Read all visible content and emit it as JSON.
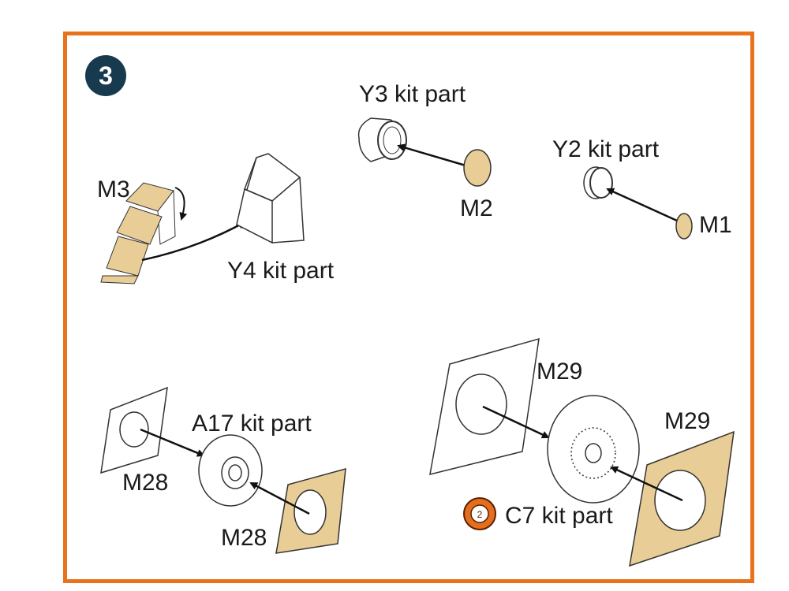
{
  "step": {
    "number": "3"
  },
  "labels": {
    "m3": "M3",
    "y4": "Y4 kit part",
    "y3": "Y3 kit part",
    "m2": "M2",
    "y2": "Y2 kit part",
    "m1": "M1",
    "a17": "A17 kit part",
    "m28_a": "M28",
    "m28_b": "M28",
    "m29_a": "M29",
    "m29_b": "M29",
    "c7": "C7 kit part",
    "c7_badge": "2"
  },
  "colors": {
    "frame": "#e8731c",
    "badge_bg": "#173a4e",
    "resin": "#e9cd96",
    "c7_badge": "#e36f1e"
  }
}
